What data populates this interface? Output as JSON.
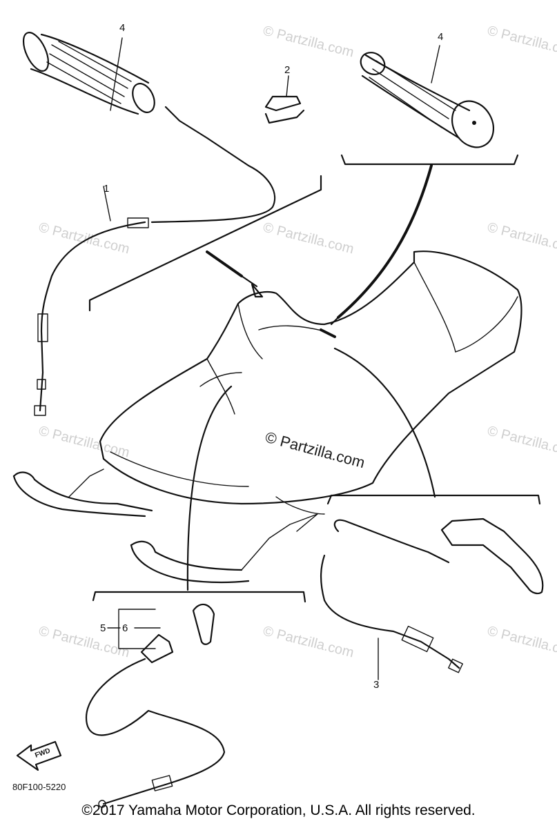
{
  "diagram": {
    "callouts": {
      "c1": "1",
      "c2": "2",
      "c3": "3",
      "c4a": "4",
      "c4b": "4",
      "c5": "5",
      "c6": "6"
    },
    "watermark": "© Partzilla.com",
    "center_watermark": "© Partzilla.com",
    "fwd_label": "FWD",
    "figure_code": "80F100-5220"
  },
  "footer": {
    "copyright": "©2017  Yamaha Motor Corporation, U.S.A. All rights reserved."
  }
}
